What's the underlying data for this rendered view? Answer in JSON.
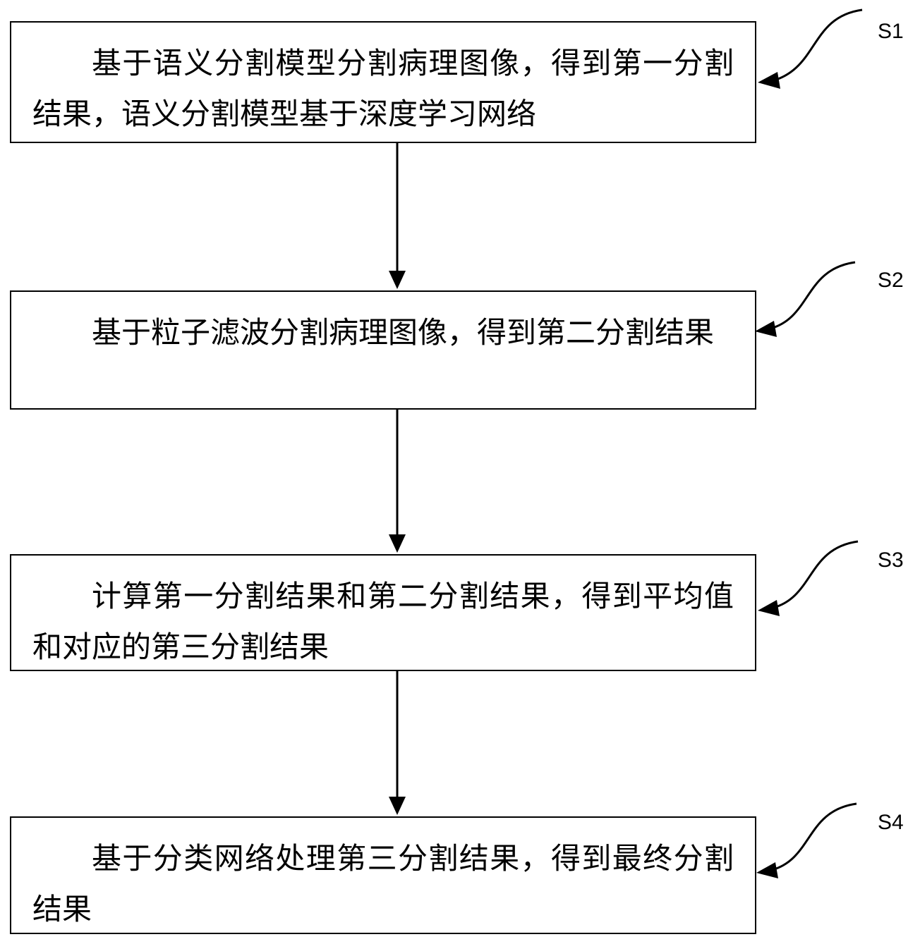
{
  "steps": [
    {
      "id": "S1",
      "label": "S1",
      "text": "基于语义分割模型分割病理图像，得到第一分割结果，语义分割模型基于深度学习网络"
    },
    {
      "id": "S2",
      "label": "S2",
      "text": "基于粒子滤波分割病理图像，得到第二分割结果"
    },
    {
      "id": "S3",
      "label": "S3",
      "text": "计算第一分割结果和第二分割结果，得到平均值和对应的第三分割结果"
    },
    {
      "id": "S4",
      "label": "S4",
      "text": "基于分类网络处理第三分割结果，得到最终分割结果"
    }
  ],
  "colors": {
    "stroke": "#000000",
    "background": "#ffffff"
  }
}
